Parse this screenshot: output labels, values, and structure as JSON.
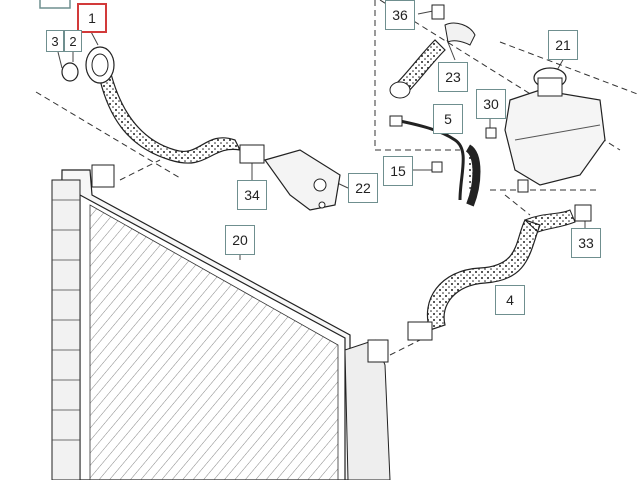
{
  "diagram": {
    "callouts": [
      {
        "id": "1",
        "label": "1",
        "active": true
      },
      {
        "id": "2",
        "label": "2",
        "active": false
      },
      {
        "id": "3",
        "label": "3",
        "active": false
      },
      {
        "id": "4",
        "label": "4",
        "active": false
      },
      {
        "id": "5",
        "label": "5",
        "active": false
      },
      {
        "id": "15",
        "label": "15",
        "active": false
      },
      {
        "id": "20",
        "label": "20",
        "active": false
      },
      {
        "id": "21",
        "label": "21",
        "active": false
      },
      {
        "id": "22",
        "label": "22",
        "active": false
      },
      {
        "id": "23",
        "label": "23",
        "active": false
      },
      {
        "id": "30",
        "label": "30",
        "active": false
      },
      {
        "id": "33",
        "label": "33",
        "active": false
      },
      {
        "id": "34",
        "label": "34",
        "active": false
      },
      {
        "id": "36",
        "label": "36",
        "active": false
      }
    ]
  },
  "colors": {
    "line": "#333333",
    "callout_border": "#6f8f8f",
    "active_border": "#d23a3a",
    "hose_fill": "#efefef"
  }
}
